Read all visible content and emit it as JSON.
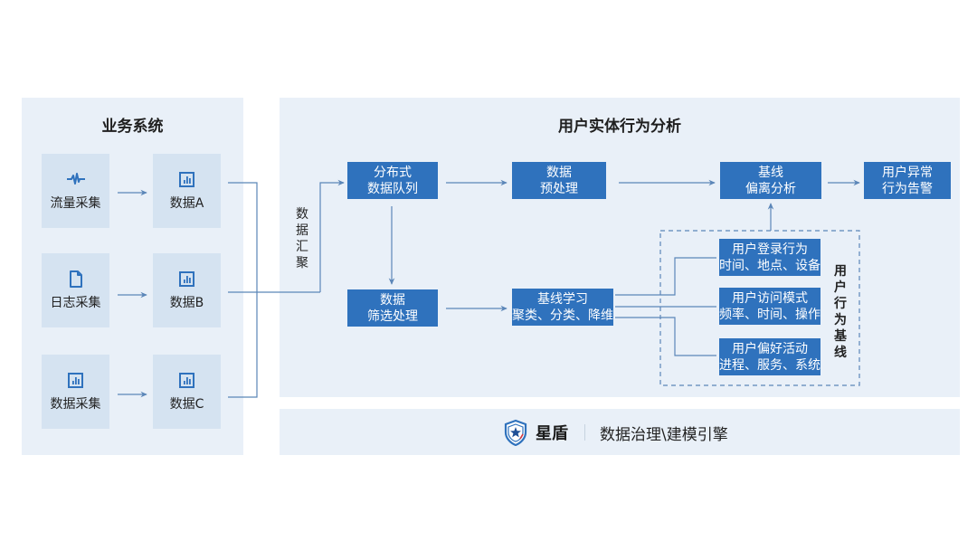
{
  "left_panel": {
    "title": "业务系统",
    "sources": [
      {
        "label": "流量采集",
        "icon": "pulse-icon"
      },
      {
        "label": "日志采集",
        "icon": "document-icon"
      },
      {
        "label": "数据采集",
        "icon": "bar-chart-icon"
      }
    ],
    "data_nodes": [
      {
        "label": "数据A",
        "icon": "bar-chart-icon"
      },
      {
        "label": "数据B",
        "icon": "bar-chart-icon"
      },
      {
        "label": "数据C",
        "icon": "bar-chart-icon"
      }
    ]
  },
  "aggregation_label": "数据汇聚",
  "main_panel": {
    "title": "用户实体行为分析",
    "nodes": {
      "queue": {
        "line1": "分布式",
        "line2": "数据队列"
      },
      "preprocess": {
        "line1": "数据",
        "line2": "预处理"
      },
      "deviation": {
        "line1": "基线",
        "line2": "偏离分析"
      },
      "alert": {
        "line1": "用户异常",
        "line2": "行为告警"
      },
      "filter": {
        "line1": "数据",
        "line2": "筛选处理"
      },
      "learning": {
        "line1": "基线学习",
        "line2": "聚类、分类、降维"
      },
      "login": {
        "line1": "用户登录行为",
        "line2": "时间、地点、设备"
      },
      "access": {
        "line1": "用户访问模式",
        "line2": "频率、时间、操作"
      },
      "preference": {
        "line1": "用户偏好活动",
        "line2": "进程、服务、系统"
      }
    },
    "baseline_group_label": "用户行为基线"
  },
  "footer": {
    "brand": "星盾",
    "product": "数据治理\\建模引擎"
  },
  "colors": {
    "panel_bg": "#e9f0f8",
    "source_box_bg": "#d5e3f1",
    "node_blue": "#2f72bd",
    "line": "#5b86b8",
    "icon_blue": "#2f72bd"
  }
}
